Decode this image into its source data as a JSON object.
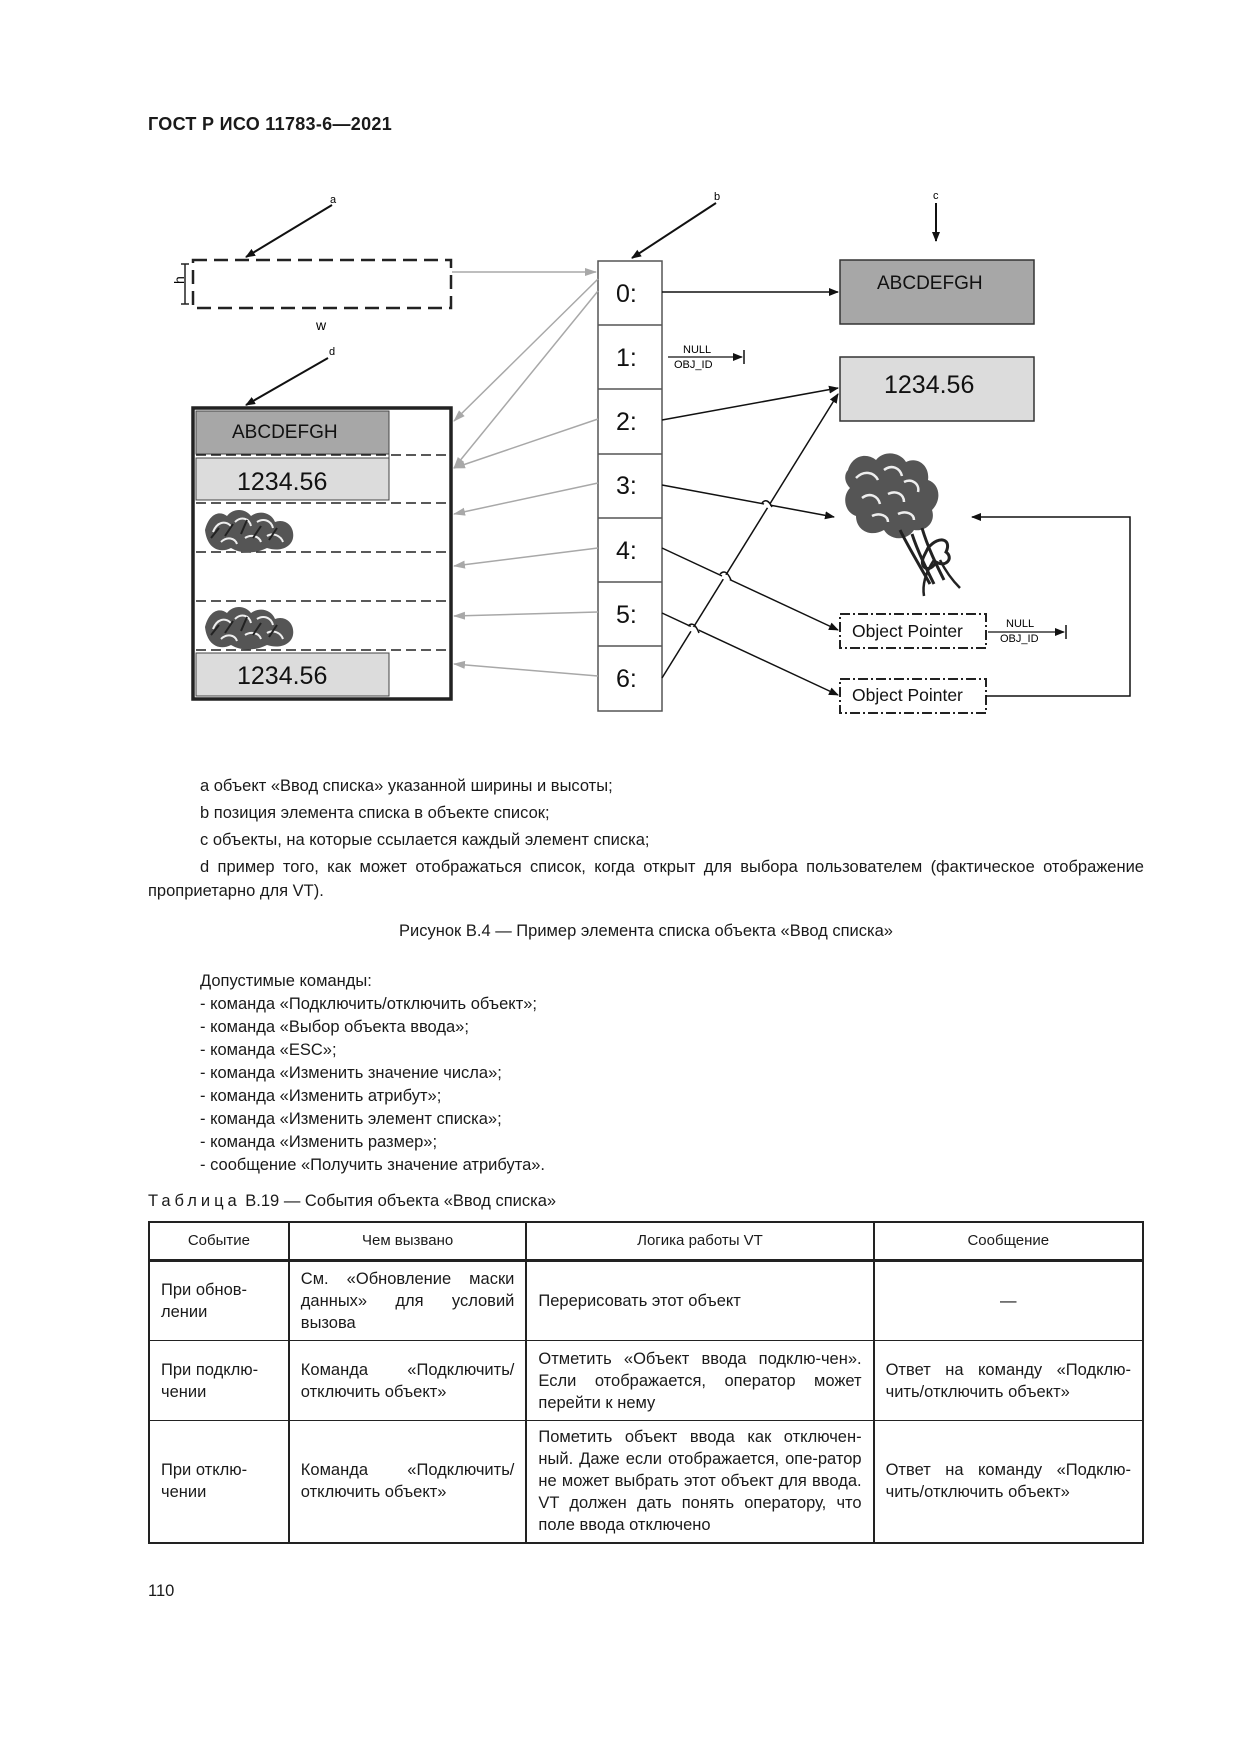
{
  "header": {
    "standard": "ГОСТ Р ИСО 11783-6—2021"
  },
  "figure": {
    "callouts": {
      "a": "a",
      "b": "b",
      "c": "c",
      "d": "d"
    },
    "dims": {
      "h": "h",
      "w": "w"
    },
    "indices": [
      "0:",
      "1:",
      "2:",
      "3:",
      "4:",
      "5:",
      "6:"
    ],
    "null_top": "NULL",
    "null_bottom": "OBJ_ID",
    "string_value": "ABCDEFGH",
    "number_value": "1234.56",
    "object_pointer": "Object Pointer",
    "list_rows": [
      "ABCDEFGH",
      "1234.56",
      "",
      "",
      "",
      "1234.56"
    ]
  },
  "legend": [
    "a  объект «Ввод списка» указанной ширины и высоты;",
    "b  позиция элемента списка в объекте список;",
    "c  объекты, на которые ссылается каждый элемент списка;",
    "d  пример того, как может отображаться список, когда открыт для выбора пользователем (фактическое отображение проприетарно для VT)."
  ],
  "caption": "Рисунок В.4 — Пример элемента списка объекта «Ввод списка»",
  "commands": {
    "title": "Допустимые команды:",
    "items": [
      "-  команда «Подключить/отключить объект»;",
      "-  команда «Выбор объекта ввода»;",
      "-  команда «ESC»;",
      "-  команда «Изменить значение числа»;",
      "-  команда «Изменить атрибут»;",
      "-  команда «Изменить элемент списка»;",
      "-  команда «Изменить размер»;",
      "-  сообщение «Получить значение атрибута»."
    ]
  },
  "table": {
    "caption_word": "Таблица",
    "caption_rest": " В.19 — События объекта «Ввод списка»",
    "headers": [
      "Событие",
      "Чем вызвано",
      "Логика работы VT",
      "Сообщение"
    ],
    "rows": [
      [
        "При обнов-лении",
        "См. «Обновление маски данных» для условий вызова",
        "Перерисовать этот объект",
        "—"
      ],
      [
        "При подклю-чении",
        "Команда «Подключить/отключить объект»",
        "Отметить «Объект ввода подклю-чен». Если отображается, оператор может перейти к нему",
        "Ответ на команду «Подклю-чить/отключить объект»"
      ],
      [
        "При отклю-чении",
        "Команда «Подключить/отключить объект»",
        "Пометить объект ввода как отключен-ный. Даже если отображается, опе-ратор не может выбрать этот объект для ввода. VT должен дать понять оператору, что поле ввода отключено",
        "Ответ на команду «Подклю-чить/отключить объект»"
      ]
    ]
  },
  "page_number": "110"
}
